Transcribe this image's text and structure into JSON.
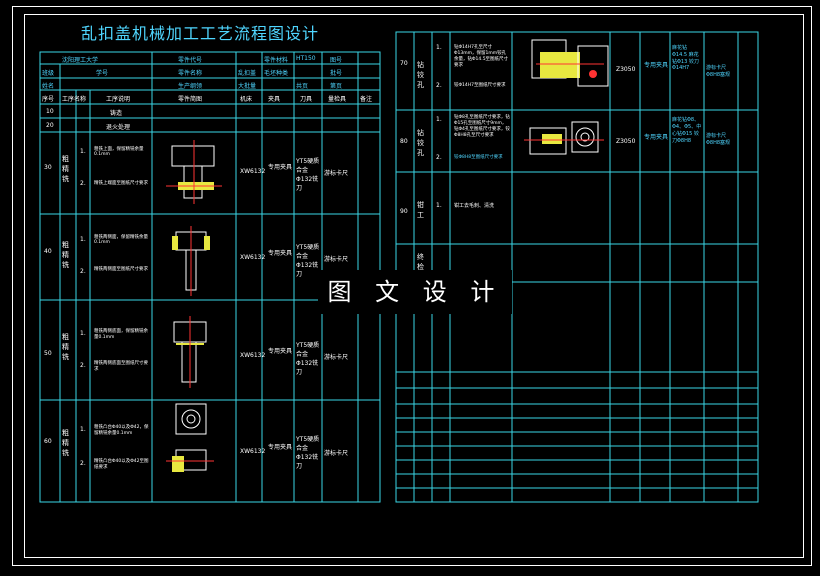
{
  "title": "乱扣盖机械加工工艺流程图设计",
  "watermark": "图 文 设 计",
  "header": {
    "r1": [
      "沈阳理工大学",
      "零件代号",
      "零件材料",
      "HT150",
      "图号"
    ],
    "r2": [
      "班级",
      "学号",
      "零件名称",
      "乱扣盖",
      "毛坯种类",
      "批号"
    ],
    "r3": [
      "姓名",
      "生产纲领",
      "大批量",
      "共页",
      "第页"
    ],
    "cols": [
      "序号",
      "工序名称",
      "工序说明",
      "零件简图",
      "机床",
      "夹具",
      "刀具",
      "量检具",
      "备注"
    ]
  },
  "left_rows": [
    {
      "no": "10",
      "name": "",
      "desc": "铸造"
    },
    {
      "no": "20",
      "name": "",
      "desc": "退火处理"
    },
    {
      "no": "30",
      "name": "粗精铣",
      "steps": [
        "1.",
        "2."
      ],
      "notes": [
        "粗铣上面，保留精铣余量0.1mm",
        "精铣上端面至图纸尺寸要求"
      ],
      "machine": "XW6132",
      "fixture": "专用夹具",
      "tool": "YT5硬质合金Φ132铣刀",
      "gauge": "游标卡尺"
    },
    {
      "no": "40",
      "name": "粗精铣",
      "steps": [
        "1.",
        "2."
      ],
      "notes": [
        "粗铣两侧面，保留精铣余量0.1mm",
        "精铣两侧面至图纸尺寸要求"
      ],
      "machine": "XW6132",
      "fixture": "专用夹具",
      "tool": "YT5硬质合金Φ132铣刀",
      "gauge": "游标卡尺"
    },
    {
      "no": "50",
      "name": "粗精铣",
      "steps": [
        "1.",
        "2."
      ],
      "notes": [
        "粗铣两侧底面，保留精铣余量0.1mm",
        "精铣两侧底面至图纸尺寸要求"
      ],
      "machine": "XW6132",
      "fixture": "专用夹具",
      "tool": "YT5硬质合金Φ132铣刀",
      "gauge": "游标卡尺"
    },
    {
      "no": "60",
      "name": "粗精铣",
      "steps": [
        "1.",
        "2."
      ],
      "notes": [
        "粗铣凸台Φ40以及Φ42，保留精铣余量0.1mm",
        "精铣凸台Φ40以及Φ42至图纸要求"
      ],
      "machine": "XW6132",
      "fixture": "专用夹具",
      "tool": "YT5硬质合金Φ132铣刀",
      "gauge": "游标卡尺"
    }
  ],
  "right_rows": [
    {
      "no": "70",
      "name": "钻铰孔",
      "steps": [
        "1.",
        "2."
      ],
      "notes": [
        "钻Φ14H7孔至尺寸Φ13mm，保留1mm铰孔余量，钻Φ14.5至图纸尺寸要求",
        "铰Φ14H7至图纸尺寸要求"
      ],
      "machine": "Z3050",
      "fixture": "专用夹具",
      "tool": "麻花钻Φ14.5 麻花钻Φ13 铰刀Φ14H7",
      "gauge": "游标卡尺Φ8H8塞规"
    },
    {
      "no": "80",
      "name": "钻铰孔",
      "steps": [
        "1.",
        "2."
      ],
      "notes": [
        "钻Φ8孔至图纸尺寸要求，钻Φ15孔至图纸尺寸9mm，钻Φ4孔至图纸尺寸要求，铰Φ8H8孔至尺寸要求",
        "铰Φ8H8至图纸尺寸要求"
      ],
      "machine": "Z3050",
      "fixture": "专用夹具",
      "tool": "麻花钻Φ8、Φ4、Φ5、中心钻Φ15 铰刀Φ8H8",
      "gauge": "游标卡尺Φ8H8塞规"
    },
    {
      "no": "90",
      "name": "钳工",
      "steps": [
        "1."
      ],
      "notes": [
        "钳工去毛刺、清洗"
      ]
    },
    {
      "no": "",
      "name": "终检"
    }
  ]
}
